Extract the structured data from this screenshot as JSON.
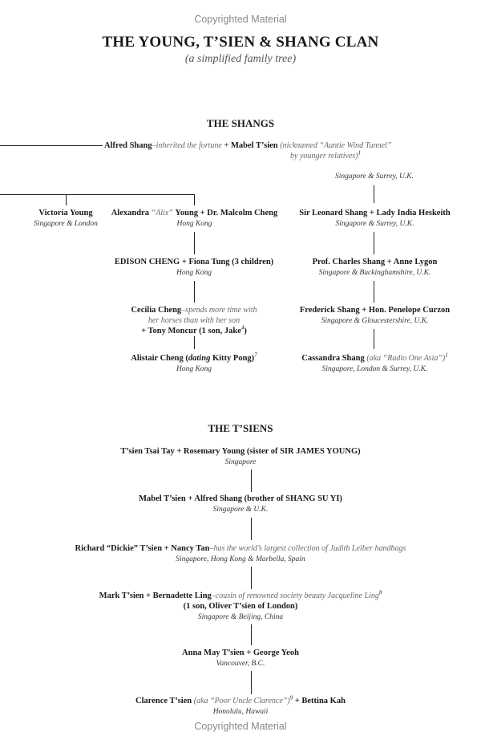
{
  "watermark": "Copyrighted Material",
  "title": "THE YOUNG, T’SIEN & SHANG CLAN",
  "subtitle": "(a simplified family tree)",
  "shangs": {
    "heading": "THE SHANGS",
    "root": {
      "name1": "Alfred Shang",
      "note1": "–inherited the fortune",
      "plus": "+",
      "name2": "Mabel T’sien",
      "note2a": "(nicknamed “Auntie Wind Tunnel”",
      "note2b": "by younger relatives)",
      "note2_sup": "1"
    },
    "left_branch": [
      {
        "name": "Victoria Young",
        "loc": "Singapore & London"
      },
      {
        "pre": "Alexandra",
        "nick": "“Alix”",
        "post": "Young + Dr. Malcolm Cheng",
        "loc": "Hong Kong"
      },
      {
        "name": "EDISON CHENG + Fiona Tung (3 children)",
        "loc": "Hong Kong"
      },
      {
        "name": "Cecilia Cheng",
        "note_a": "–spends more time with",
        "note_b": "her horses than with her son",
        "line2": "+ Tony Moncur (1 son, Jake",
        "line2_sup": "4",
        "line2_end": ")"
      },
      {
        "pre": "Alistair Cheng (",
        "em": "dating",
        "post": " Kitty Pong)",
        "sup": "7",
        "loc": "Hong Kong"
      }
    ],
    "right_branch": [
      {
        "loc": "Singapore & Surrey, U.K."
      },
      {
        "name": "Sir Leonard Shang + Lady India Heskeith",
        "loc": "Singapore & Surrey, U.K."
      },
      {
        "name": "Prof. Charles Shang + Anne Lygon",
        "loc": "Singapore & Buckinghamshire, U.K."
      },
      {
        "name": "Frederick Shang + Hon. Penelope Curzon",
        "loc": "Singapore & Gloucestershire, U.K."
      },
      {
        "name": "Cassandra Shang",
        "note": "(aka “Radio One Asia”)",
        "sup": "1",
        "loc": "Singapore, London & Surrey, U.K."
      }
    ]
  },
  "tsiens": {
    "heading": "THE T’SIENS",
    "gens": [
      {
        "name": "T’sien Tsai Tay + Rosemary Young (sister of SIR JAMES YOUNG)",
        "loc": "Singapore"
      },
      {
        "name": "Mabel T’sien + Alfred Shang (brother of SHANG SU YI)",
        "loc": "Singapore & U.K."
      },
      {
        "name": "Richard “Dickie” T’sien + Nancy Tan",
        "note": "–has the world’s largest collection of Judith Leiber handbags",
        "loc": "Singapore, Hong Kong & Marbella, Spain"
      },
      {
        "name": "Mark T’sien + Bernadette Ling",
        "note": "–cousin of renowned society beauty Jacqueline Ling",
        "sup": "8",
        "line2": "(1 son, Oliver T’sien of London)",
        "loc": "Singapore & Beijing, China"
      },
      {
        "name": "Anna May T’sien + George Yeoh",
        "loc": "Vancouver, B.C."
      },
      {
        "pre": "Clarence T’sien",
        "note": "(aka “Poor Uncle Clarence”)",
        "sup": "9",
        "post": " + Bettina Kah",
        "loc": "Honolulu, Hawaii"
      }
    ]
  }
}
